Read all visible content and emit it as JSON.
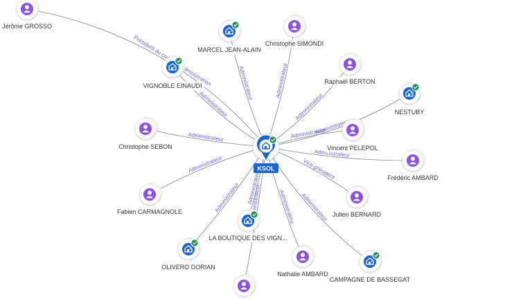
{
  "center": {
    "label": "KSOL",
    "type": "company"
  },
  "nodes": [
    {
      "id": "n0",
      "label": "Jérôme GROSSO",
      "type": "person",
      "edge_label": "Président du conseil d'administration"
    },
    {
      "id": "n1",
      "label": "MARCEL JEAN-ALAIN",
      "type": "company",
      "edge_label": "Administrateur"
    },
    {
      "id": "n2",
      "label": "Christophe SIMONDI",
      "type": "person",
      "edge_label": "Administrateur"
    },
    {
      "id": "n3",
      "label": "VIGNOBLE EINAUDI",
      "type": "company",
      "edge_label": "Administrateur"
    },
    {
      "id": "n4",
      "label": "Raphaël BERTON",
      "type": "person",
      "edge_label": "Administrateur"
    },
    {
      "id": "n5",
      "label": "NESTUBY",
      "type": "company",
      "edge_label": "Administrateur"
    },
    {
      "id": "n6",
      "label": "Christophe SEBON",
      "type": "person",
      "edge_label": "Administrateur"
    },
    {
      "id": "n7",
      "label": "Vincent PELEPOL",
      "type": "person",
      "edge_label": "Administrateur"
    },
    {
      "id": "n8",
      "label": "Frédéric AMBARD",
      "type": "person",
      "edge_label": "Administrateur"
    },
    {
      "id": "n9",
      "label": "Fabien CARMAGNOLE",
      "type": "person",
      "edge_label": "Administrateur"
    },
    {
      "id": "n10",
      "label": "Julien BERNARD",
      "type": "person",
      "edge_label": "Vice-président"
    },
    {
      "id": "n11",
      "label": "LA BOUTIQUE DES VIGN...",
      "type": "company",
      "edge_label": "Administrateur"
    },
    {
      "id": "n12",
      "label": "OLIVERO DORIAN",
      "type": "company",
      "edge_label": "Administrateur"
    },
    {
      "id": "n13",
      "label": "Nathalie AMBARD",
      "type": "person",
      "edge_label": "Administrateur"
    },
    {
      "id": "n14",
      "label": "CAMPAGNE DE BASSEGAT",
      "type": "company",
      "edge_label": "Administrateur"
    },
    {
      "id": "n15",
      "label": "",
      "type": "person",
      "edge_label": "Administrateur"
    }
  ],
  "colors": {
    "person": "#8a52e6",
    "company": "#1565d8",
    "check": "#1e8f4e",
    "edge": "#7a7f8c",
    "edge_label": "#6b63d9",
    "center": "#1565d8"
  }
}
